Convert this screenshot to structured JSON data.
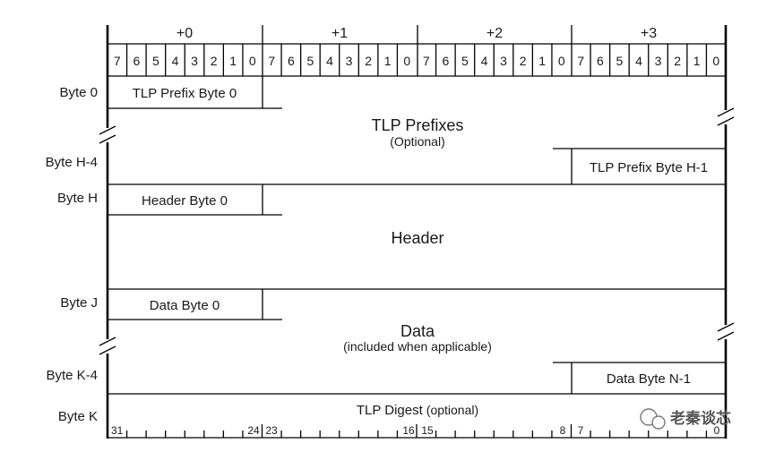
{
  "offsets": [
    "+0",
    "+1",
    "+2",
    "+3"
  ],
  "bit_labels": [
    "7",
    "6",
    "5",
    "4",
    "3",
    "2",
    "1",
    "0"
  ],
  "row_labels": {
    "byte_0": "Byte 0",
    "byte_h4": "Byte H-4",
    "byte_h": "Byte H",
    "byte_j": "Byte J",
    "byte_k4": "Byte K-4",
    "byte_k": "Byte K"
  },
  "fields": {
    "prefix_byte_0": "TLP Prefix Byte 0",
    "prefixes_title": "TLP Prefixes",
    "prefixes_note": "(Optional)",
    "prefix_byte_h1": "TLP Prefix Byte H-1",
    "header_byte_0": "Header Byte 0",
    "header_title": "Header",
    "data_byte_0": "Data Byte 0",
    "data_title": "Data",
    "data_note": "(included when applicable)",
    "data_byte_n1": "Data Byte N-1",
    "digest_title": "TLP Digest",
    "digest_note": "(optional)"
  },
  "bit_axis": [
    "31",
    "24",
    "23",
    "16",
    "15",
    "8",
    "7",
    "0"
  ],
  "watermark": "老秦谈芯"
}
